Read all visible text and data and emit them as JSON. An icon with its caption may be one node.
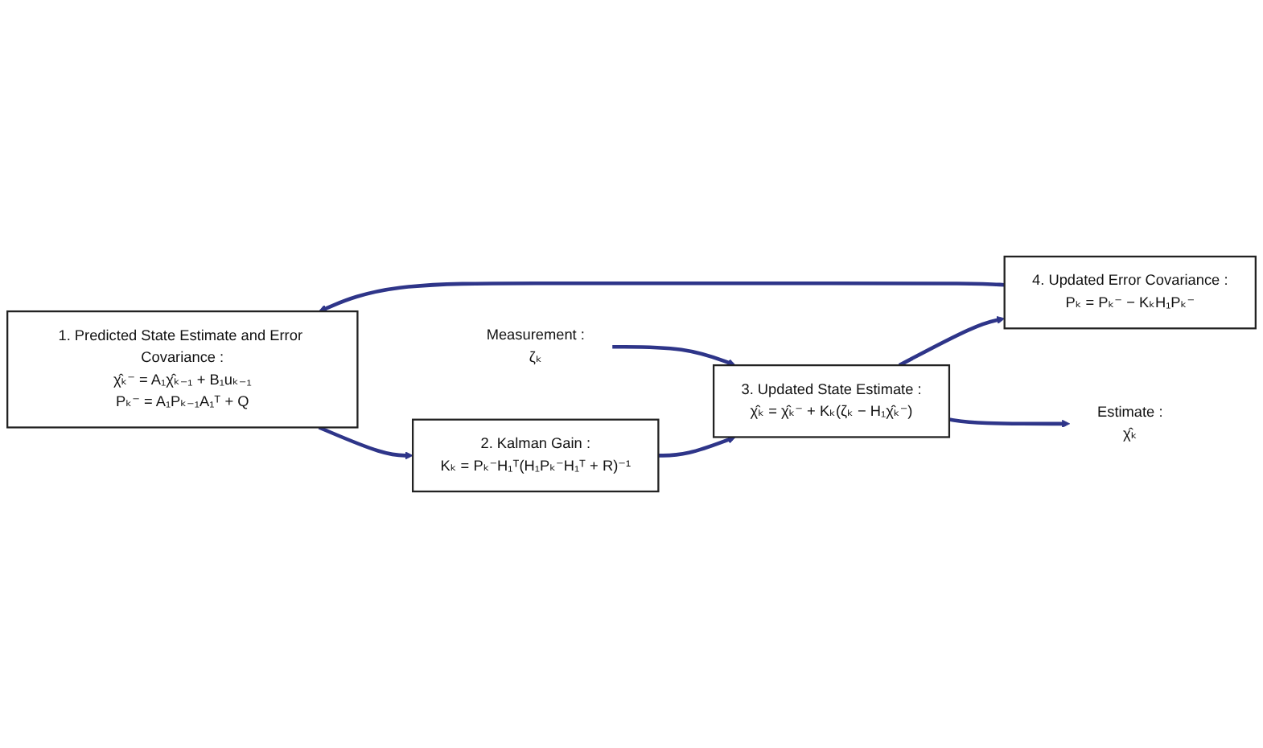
{
  "diagram": {
    "nodes": [
      {
        "text": [
          "1. Predicted State Estimate and Error Covariance :",
          "χ̂ₖ⁻ = A₁χ̂ₖ₋₁ + B₁uₖ₋₁",
          "Pₖ⁻ = A₁Pₖ₋₁A₁ᵀ + Q"
        ]
      },
      {
        "text": [
          "4. Updated Error Covariance :",
          "Pₖ = Pₖ⁻ − KₖH₁Pₖ⁻"
        ]
      },
      {
        "text": [
          "2. Kalman Gain :",
          "Kₖ = Pₖ⁻H₁ᵀ(H₁Pₖ⁻H₁ᵀ + R)⁻¹"
        ]
      },
      {
        "text": [
          "Measurement :",
          "ζₖ"
        ]
      },
      {
        "text": [
          "3. Updated State Estimate :",
          "χ̂ₖ = χ̂ₖ⁻ + Kₖ(ζₖ − H₁χ̂ₖ⁻)"
        ]
      },
      {
        "text": [
          "Estimate :",
          "χ̂ₖ"
        ]
      }
    ],
    "edges": [
      {
        "from": 0,
        "to": 2,
        "arrow": "to"
      },
      {
        "from": 2,
        "to": 4,
        "arrow": "to"
      },
      {
        "from": 4,
        "to": 1,
        "arrow": "to"
      },
      {
        "from": 1,
        "to": 0,
        "arrow": "to"
      },
      {
        "from": 3,
        "to": 4,
        "arrow": "to"
      },
      {
        "from": 4,
        "to": 5,
        "arrow": "to"
      }
    ]
  }
}
